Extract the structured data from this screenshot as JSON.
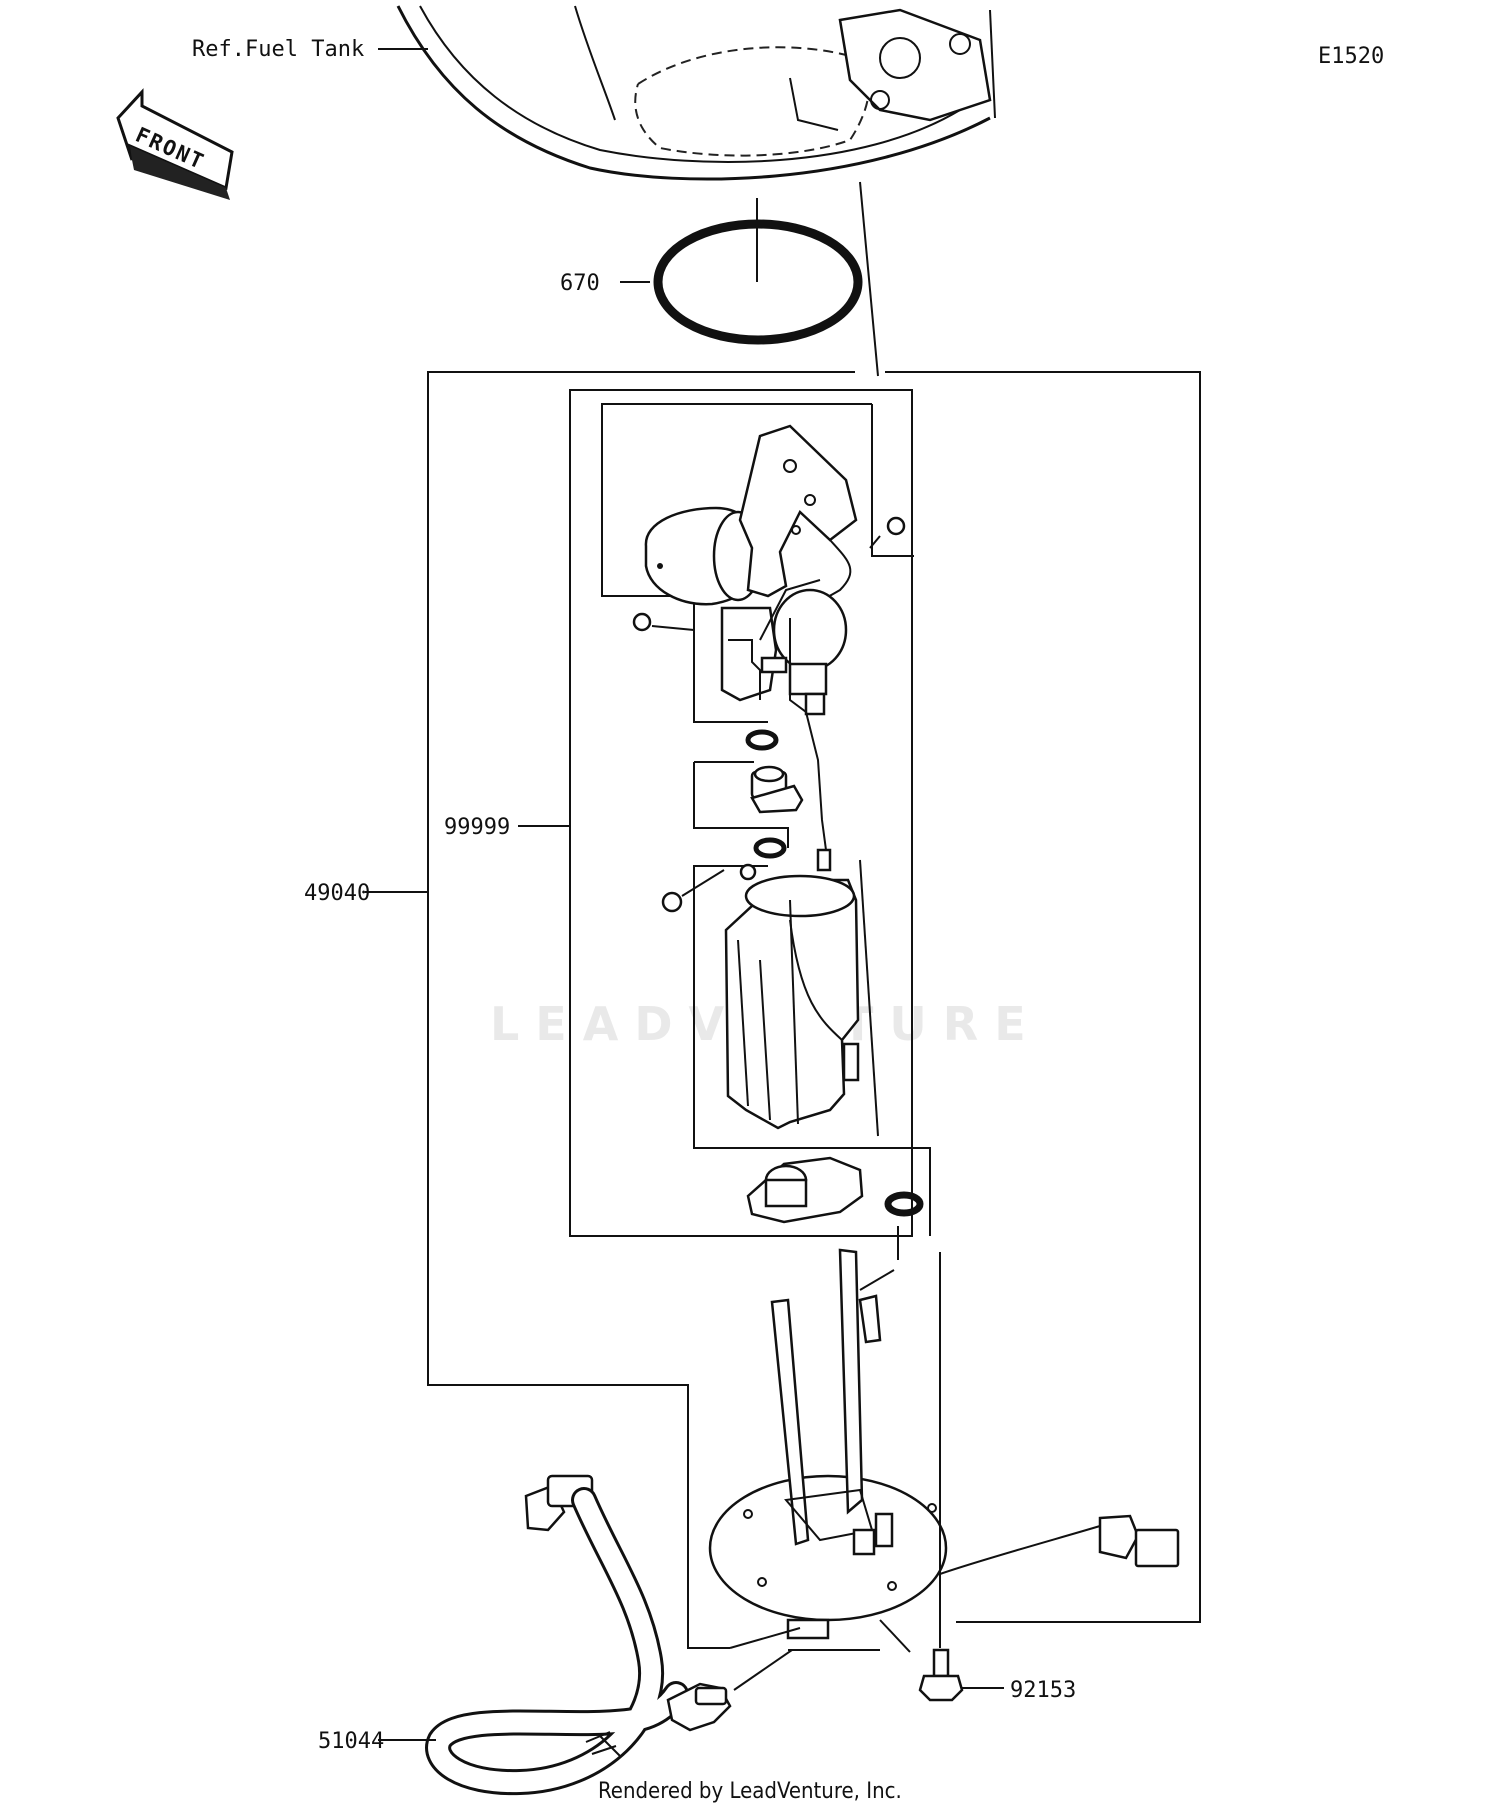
{
  "diagram": {
    "code": "E1520",
    "front_arrow_label": "FRONT",
    "ref_label": "Ref.Fuel Tank",
    "watermark": "LEADVENTURE",
    "footer": "Rendered by LeadVenture, Inc.",
    "part_labels": {
      "p670": "670",
      "p99999": "99999",
      "p49040": "49040",
      "p92153": "92153",
      "p51044": "51044"
    }
  }
}
